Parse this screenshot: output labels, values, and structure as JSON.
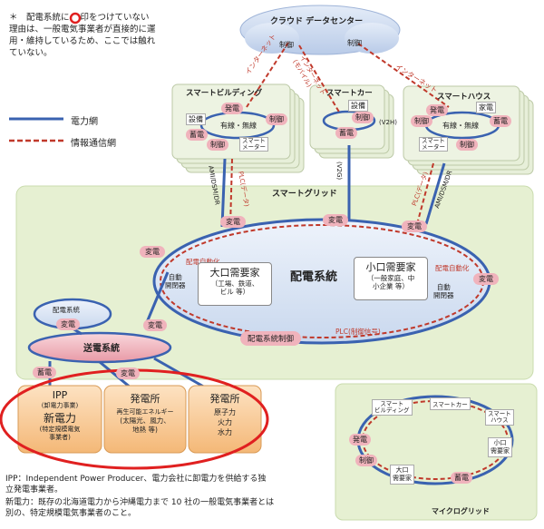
{
  "note_top": {
    "prefix": "＊　配電系統に",
    "suffix": "印をつけていない",
    "line2": "理由は、一般電気事業者が直接的に運",
    "line3": "用・維持しているため、ここでは触れ",
    "line4": "ていない。"
  },
  "legend": {
    "power": "電力網",
    "info": "情報通信網"
  },
  "cloud": {
    "title": "クラウド データセンター",
    "control_left": "制御",
    "control_right": "制御"
  },
  "links": {
    "internet_left": "インターネット",
    "internet_mobile": "インターネット\n(モバイル)",
    "internet_right": "インターネット",
    "ami_left": "AMI/DSM/DR",
    "ami_right": "AMI/DSM/DR",
    "plc_data_left": "PLC(データ)",
    "plc_data_right": "PLC(データ)",
    "v2g": "(V2G)",
    "v2h": "(V2H)"
  },
  "smart_building": {
    "title": "スマートビルディング",
    "setsubi": "設備",
    "hatsuden": "発電",
    "seigyo": "制御",
    "chikuden": "蓄電",
    "yusen": "有線・無線",
    "meter": "スマート\nメーター",
    "seigyo2": "制御"
  },
  "smart_car": {
    "title": "スマートカー",
    "setsubi": "設備",
    "seigyo": "制御",
    "chikuden": "蓄電"
  },
  "smart_house": {
    "title": "スマートハウス",
    "hatsuden": "発電",
    "kaden": "家電",
    "seigyo": "制御",
    "yusen": "有線・無線",
    "chikuden": "蓄電",
    "meter": "スマート\nメーター",
    "seigyo2": "制御"
  },
  "grid": {
    "title": "スマートグリッド",
    "distribution": "配電系統",
    "henden": "変電",
    "auto_left": "配電自動化",
    "auto_right": "配電自動化",
    "switch_left": "自動\n開閉器",
    "switch_right": "自動\n開閉器",
    "large_title": "大口需要家",
    "large_sub": "（工場、鉄道、\nビル 等）",
    "small_title": "小口需要家",
    "small_sub": "（一般家庭、中\n小企業 等）",
    "dist_control": "配電系統制御",
    "plc_signal": "PLC(制御信号)"
  },
  "transmission": {
    "title": "送電系統",
    "haiden": "配電系統",
    "henden": "変電",
    "chikuden": "蓄電",
    "henden2": "変電"
  },
  "power_plants": [
    {
      "title": "IPP",
      "sub1": "(卸電力事業)",
      "main": "新電力",
      "sub2": "(特定規模電気\n事業者)"
    },
    {
      "title": "発電所",
      "sub1": "再生可能エネルギー",
      "main": "",
      "sub2": "(太陽光、風力、\n地熱 等)"
    },
    {
      "title": "発電所",
      "sub1": "原子力\n火力\n水力",
      "main": "",
      "sub2": ""
    }
  ],
  "microgrid": {
    "title": "マイクログリッド",
    "building": "スマート\nビルディング",
    "car": "スマートカー",
    "house": "スマート\nハウス",
    "hatsuden": "発電",
    "seigyo": "制御",
    "large": "大口\n需要家",
    "small": "小口\n需要家",
    "chikuden": "蓄電"
  },
  "note_bottom": {
    "line1": "IPP：Independent Power Producer、電力会社に卸電力を供給する独",
    "line2": "立発電事業者。",
    "line3": "新電力：既存の北海道電力から沖縄電力まで 10 社の一般電気事業者とは",
    "line4": "別の、特定規模電気事業者のこと。"
  },
  "colors": {
    "green_bg": "#e6f0d2",
    "blue_line": "#3a62b0",
    "red_dash": "#c0392b",
    "pink_node": "#f0b3bc",
    "orange_box": "#f6c48b",
    "highlight": "#e02020"
  }
}
